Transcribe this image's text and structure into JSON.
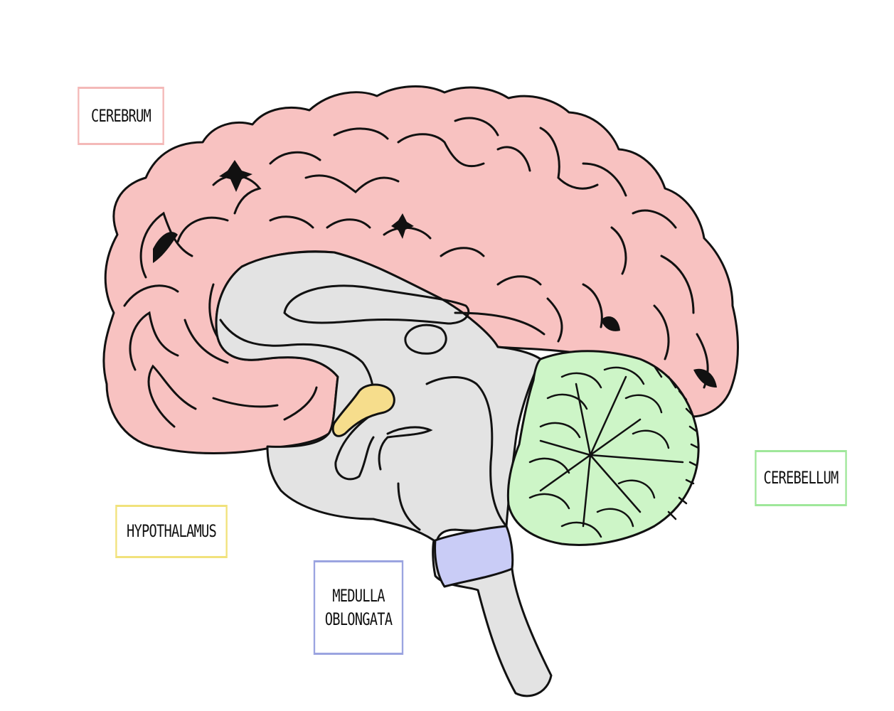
{
  "labels": {
    "cerebrum": {
      "text": "CEREBRUM",
      "color": "#f4b9b8"
    },
    "cerebellum": {
      "text": "CEREBELLUM",
      "color": "#9fe79a"
    },
    "hypothalamus": {
      "text": "HYPOTHALAMUS",
      "color": "#f1e27c"
    },
    "medulla": {
      "line1": "MEDULLA",
      "line2": "OBLONGATA",
      "color": "#9ba4e0"
    }
  },
  "colors": {
    "cerebrum": "#f8c2c1",
    "inner": "#e3e3e3",
    "cerebellum": "#cdf5c7",
    "hypothalamus": "#f6dd8c",
    "medulla": "#c9ccf6",
    "outline": "#111111"
  }
}
